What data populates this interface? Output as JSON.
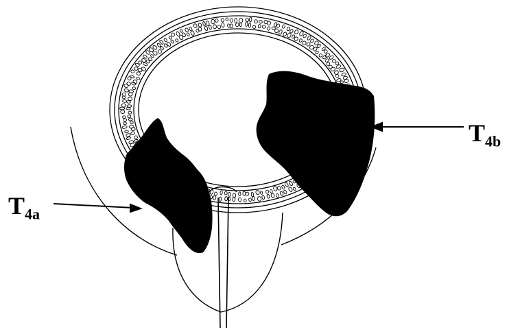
{
  "labels": {
    "t4a": {
      "main": "T",
      "sub": "4a"
    },
    "t4b": {
      "main": "T",
      "sub": "4b"
    }
  },
  "colors": {
    "ink": "#000000",
    "background": "#ffffff"
  }
}
